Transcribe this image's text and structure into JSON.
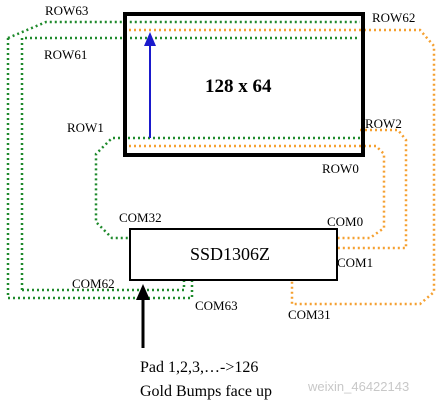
{
  "colors": {
    "green": "#1f8a2c",
    "orange": "#f5a030",
    "arrow": "#1a1acc",
    "frame": "#000000",
    "watermark": "#c8c8c8"
  },
  "display": {
    "size_label": "128 x 64"
  },
  "chip": {
    "label": "SSD1306Z"
  },
  "rows": {
    "row63": "ROW63",
    "row62": "ROW62",
    "row61": "ROW61",
    "row1": "ROW1",
    "row2": "ROW2",
    "row0": "ROW0"
  },
  "coms": {
    "com32": "COM32",
    "com0": "COM0",
    "com1": "COM1",
    "com62": "COM62",
    "com63": "COM63",
    "com31": "COM31"
  },
  "caption": {
    "line1": "Pad 1,2,3,…->126",
    "line2": "Gold Bumps face up"
  },
  "watermark": "weixin_46422143"
}
